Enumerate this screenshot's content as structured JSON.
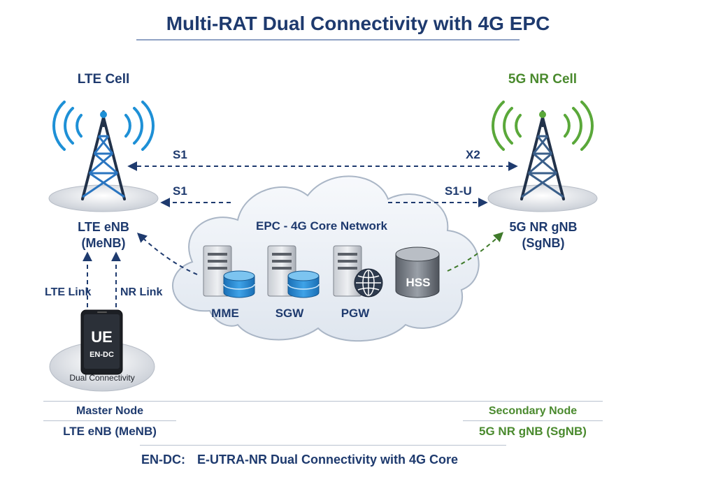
{
  "title": "Multi-RAT Dual Connectivity with 4G EPC",
  "lte_cell": {
    "heading": "LTE Cell",
    "node_line1": "LTE eNB",
    "node_line2": "(MeNB)"
  },
  "nr_cell": {
    "heading": "5G NR Cell",
    "node_line1": "5G NR gNB",
    "node_line2": "(SgNB)"
  },
  "links": {
    "s1_top": "S1",
    "x2": "X2",
    "s1_mid": "S1",
    "s1u": "S1-U",
    "lte_link": "LTE Link",
    "nr_link": "NR Link"
  },
  "epc": {
    "label": "EPC - 4G Core Network",
    "nodes": [
      {
        "label": "MME",
        "icon": "server-database-icon"
      },
      {
        "label": "SGW",
        "icon": "server-database-icon"
      },
      {
        "label": "PGW",
        "icon": "server-globe-icon"
      },
      {
        "label": "HSS",
        "icon": "database-cylinder-icon"
      }
    ]
  },
  "ue": {
    "label": "UE",
    "sublabel": "EN-DC",
    "caption": "Dual Connectivity"
  },
  "footer": {
    "master_heading": "Master Node",
    "master_value": "LTE eNB (MeNB)",
    "secondary_heading": "Secondary Node",
    "secondary_value": "5G NR gNB (SgNB)",
    "en_dc_label": "EN-DC:",
    "en_dc_desc": "E-UTRA-NR Dual Connectivity with 4G Core"
  },
  "colors": {
    "navy": "#1e3a6e",
    "green": "#4a8a2e",
    "lte_wave": "#1e90d6",
    "nr_wave": "#5aa83a"
  }
}
